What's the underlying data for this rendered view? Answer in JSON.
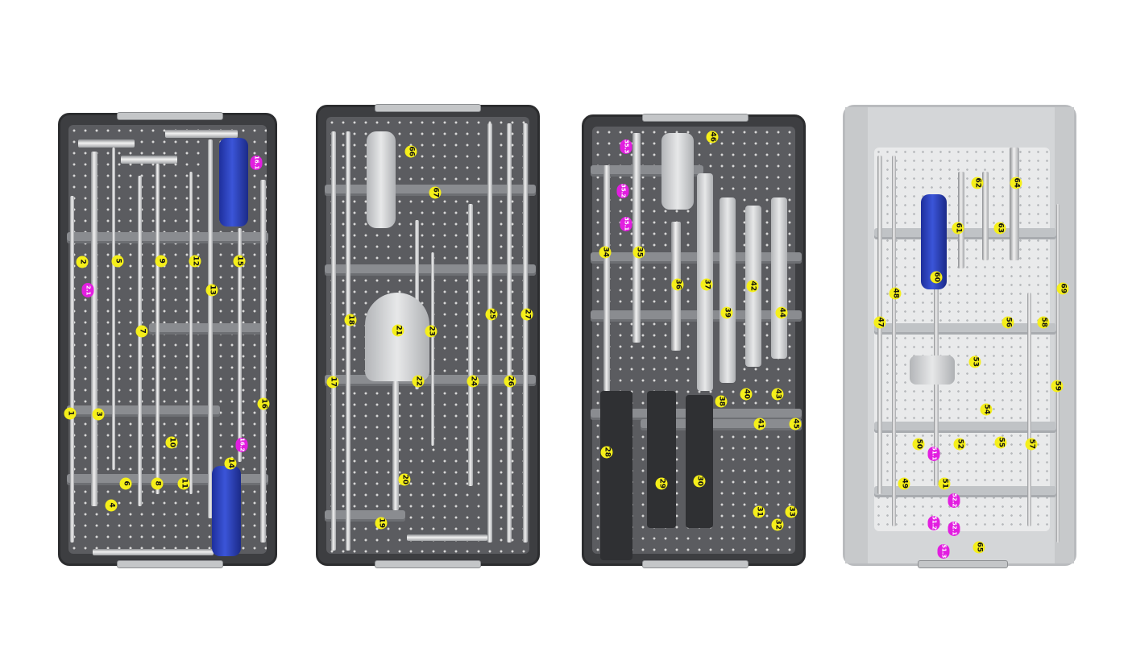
{
  "colors": {
    "tray_dark": "#3d3e41",
    "tray_light": "#d4d6d8",
    "label_yellow": "#f5ef1a",
    "label_magenta": "#e21ee0",
    "handle_blue": "#2a3fc2"
  },
  "labels": {
    "l1": "1",
    "l2": "2",
    "l2_1": "2.1",
    "l3": "3",
    "l4": "4",
    "l5": "5",
    "l6": "6",
    "l7": "7",
    "l8": "8",
    "l9": "9",
    "l10": "10",
    "l11": "11",
    "l12": "12",
    "l13": "13",
    "l14": "14",
    "l15": "15",
    "l16": "16",
    "l16_1": "16.1",
    "l16_2": "16.2",
    "l17": "17",
    "l18": "18",
    "l19": "19",
    "l20": "20",
    "l21": "21",
    "l22": "22",
    "l23": "23",
    "l24": "24",
    "l25": "25",
    "l26": "26",
    "l27": "27",
    "l66": "66",
    "l67": "67",
    "l28": "28",
    "l29": "29",
    "l30": "30",
    "l31": "31",
    "l32": "32",
    "l33": "33",
    "l34": "34",
    "l35": "35",
    "l35_1": "35.1",
    "l35_2": "35.2",
    "l35_3": "35.3",
    "l36": "36",
    "l37": "37",
    "l38": "38",
    "l39": "39",
    "l40": "40",
    "l41": "41",
    "l42": "42",
    "l43": "43",
    "l44": "44",
    "l45": "45",
    "l46": "46",
    "l47": "47",
    "l48": "48",
    "l49": "49",
    "l50": "50",
    "l51": "51",
    "l51_1": "51.1",
    "l51_2": "51.2",
    "l51_3": "51.3",
    "l52": "52",
    "l52_1": "52.1",
    "l52_2": "52.2",
    "l53": "53",
    "l54": "54",
    "l55": "55",
    "l56": "56",
    "l57": "57",
    "l58": "58",
    "l59": "59",
    "l60": "60",
    "l61": "61",
    "l62": "62",
    "l63": "63",
    "l64": "64",
    "l65": "65",
    "l69": "69"
  }
}
